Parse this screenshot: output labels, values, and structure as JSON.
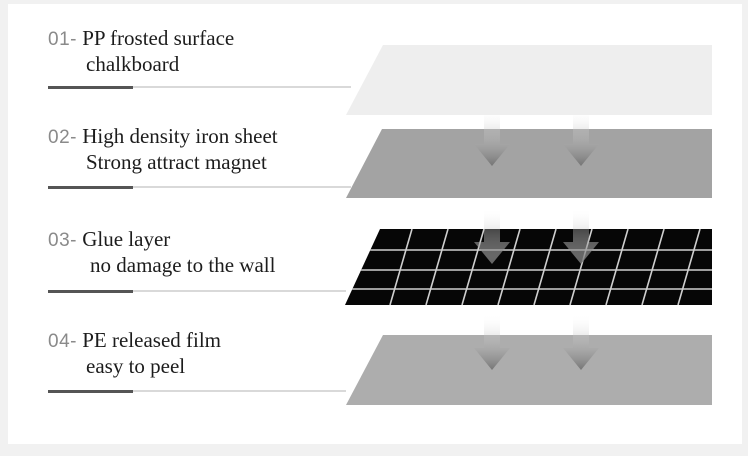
{
  "layers": [
    {
      "number": "01-",
      "line1": "PP frosted surface",
      "line2": "chalkboard",
      "fill": "#eeeeee"
    },
    {
      "number": "02-",
      "line1": "High density iron sheet",
      "line2": "Strong attract magnet",
      "fill": "#a3a3a3"
    },
    {
      "number": "03-",
      "line1": "Glue layer",
      "line2": "no damage to the wall",
      "fill": "#060606"
    },
    {
      "number": "04-",
      "line1": "PE released film",
      "line2": "easy to peel",
      "fill": "#adadad"
    }
  ],
  "icons": {
    "arrow": "down-arrow-icon"
  }
}
